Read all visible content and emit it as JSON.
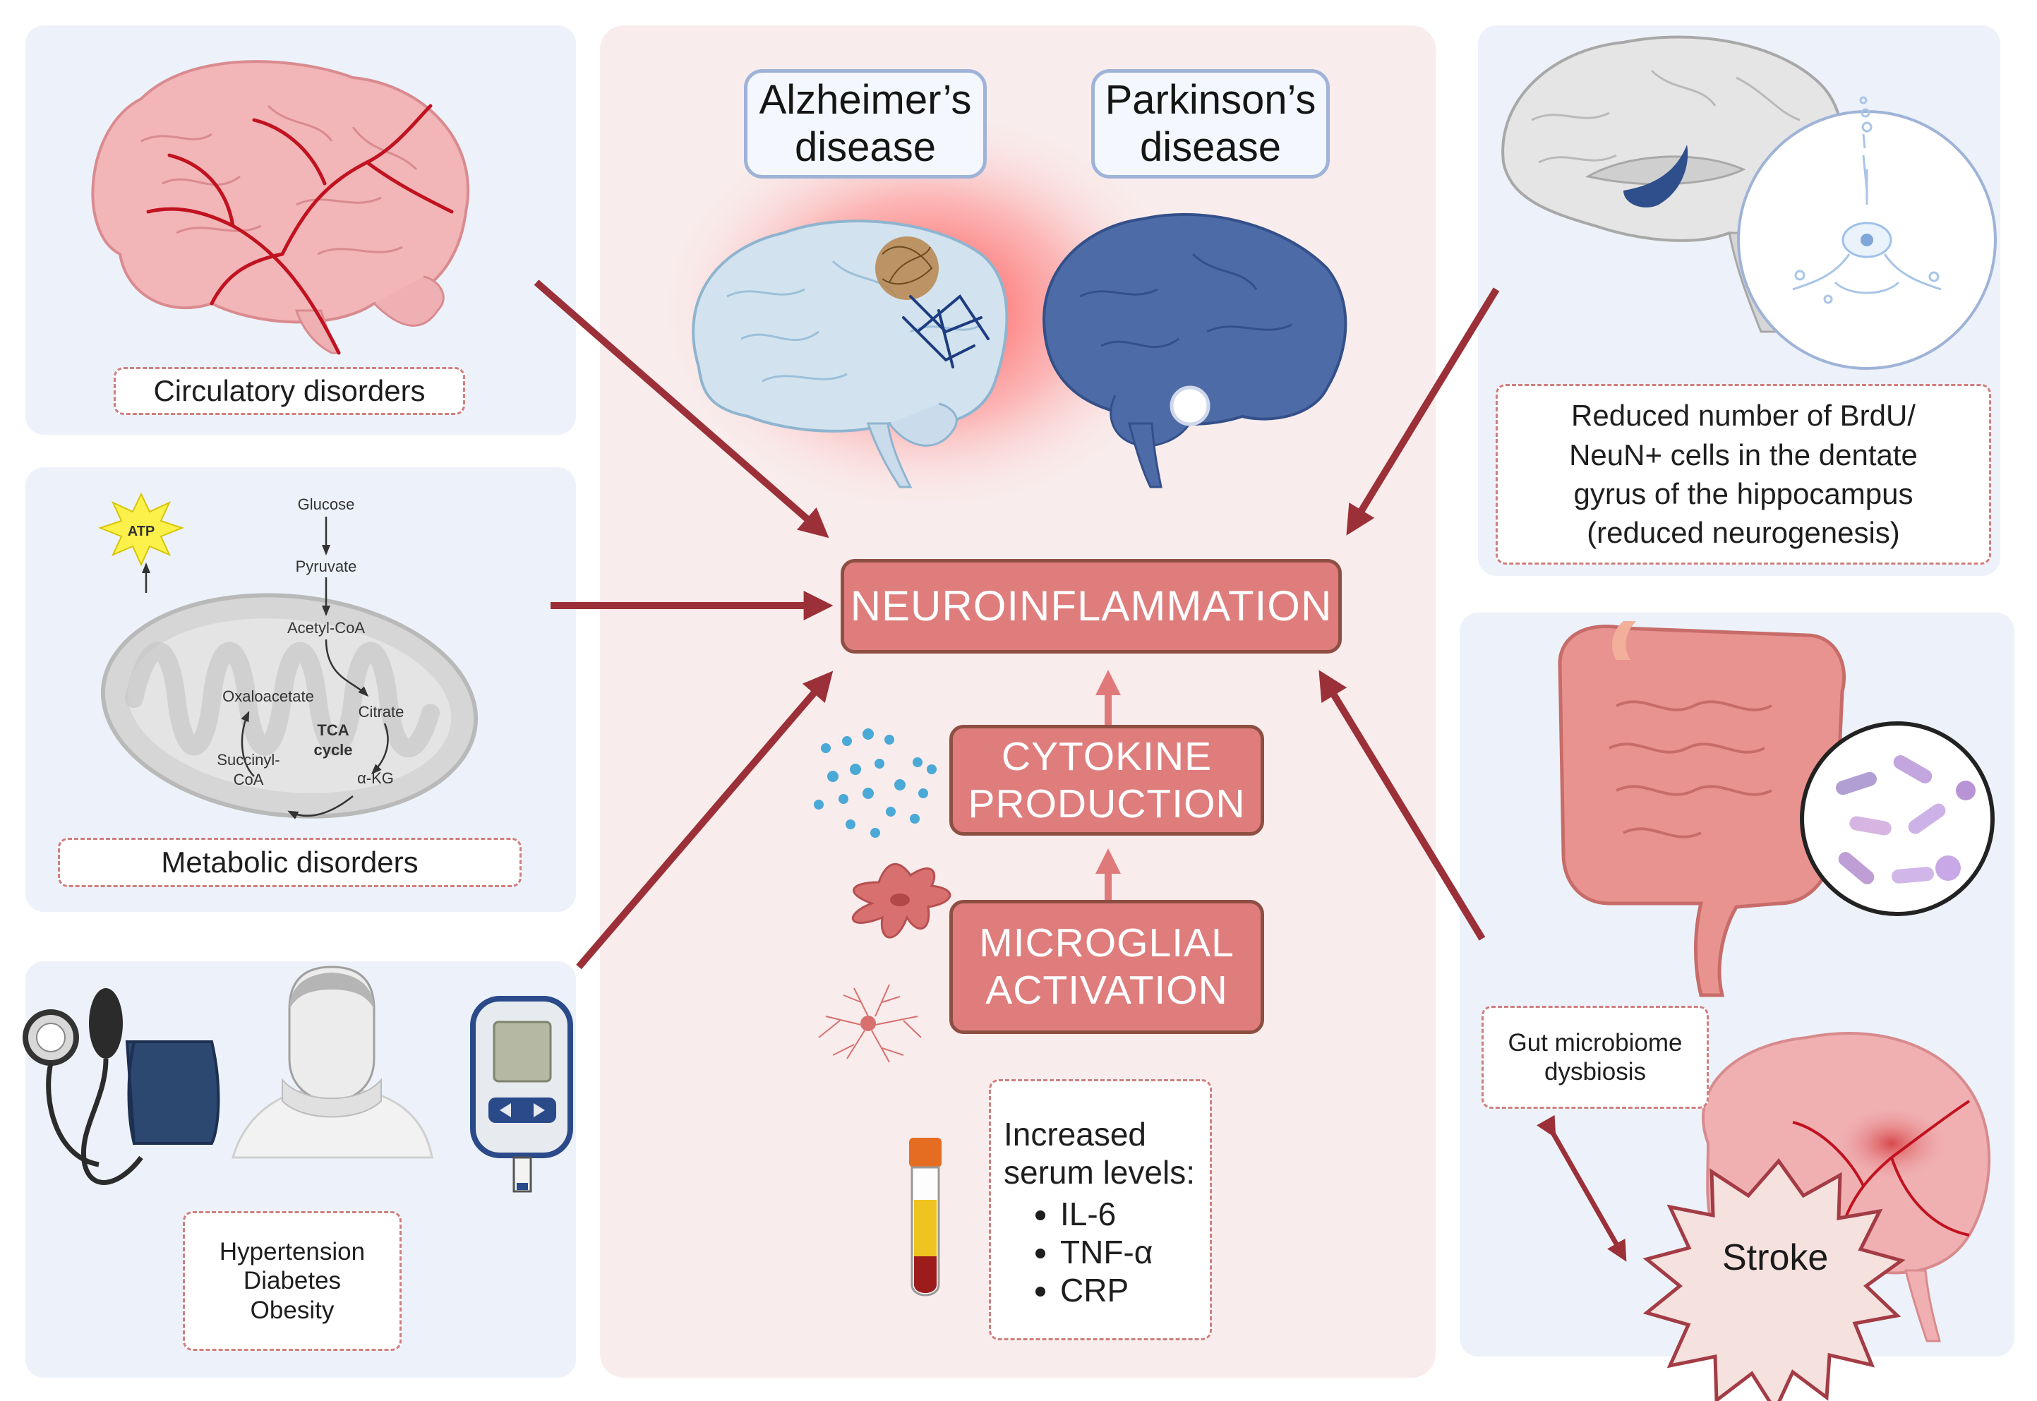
{
  "diseases": {
    "alzheimers": [
      "Alzheimer’s",
      "disease"
    ],
    "parkinsons": [
      "Parkinson’s",
      "disease"
    ]
  },
  "flow": {
    "neuroinflammation": [
      "NEUROINFLAMMATION"
    ],
    "cytokine": [
      "CYTOKINE",
      "PRODUCTION"
    ],
    "microglial": [
      "MICROGLIAL",
      "ACTIVATION"
    ]
  },
  "labels": {
    "circulatory": [
      "Circulatory disorders"
    ],
    "metabolic": [
      "Metabolic disorders"
    ],
    "risk_factors": [
      "Hypertension",
      "Diabetes",
      "Obesity"
    ],
    "neurogenesis": [
      "Reduced number of BrdU/",
      "NeuN+ cells in the dentate",
      "gyrus of the hippocampus",
      "(reduced neurogenesis)"
    ],
    "gut": [
      "Gut microbiome",
      "dysbiosis"
    ],
    "stroke": "Stroke"
  },
  "serum": {
    "heading": [
      "Increased",
      "serum levels:"
    ],
    "markers": [
      "IL-6",
      "TNF-α",
      "CRP"
    ]
  },
  "metabolism": {
    "atp": "ATP",
    "glucose": "Glucose",
    "pyruvate": "Pyruvate",
    "acetyl_coa": "Acetyl-CoA",
    "citrate": "Citrate",
    "alpha_kg": "α-KG",
    "succinyl_coa": [
      "Succinyl-",
      "CoA"
    ],
    "oxaloacetate": "Oxaloacetate",
    "tca_cycle": [
      "TCA",
      "cycle"
    ]
  },
  "colors": {
    "arrow": "#9b3038",
    "flow_fill": "#df7d7d",
    "flow_border": "#8e4f43",
    "label_border": "#cf7f7f",
    "side_panel": "#edf2fa",
    "center_panel": "#f9ecec",
    "disease_border": "#9fb3d8"
  }
}
